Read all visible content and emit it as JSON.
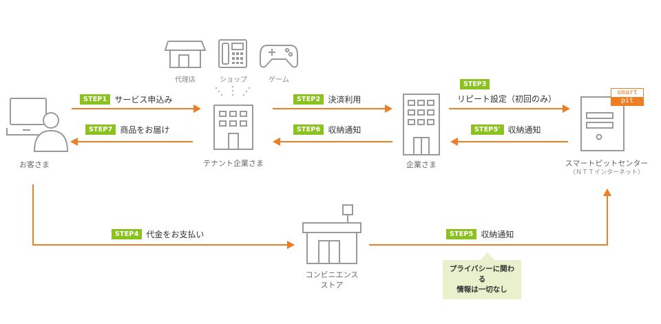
{
  "colors": {
    "arrow": "#ef7d22",
    "badge": "#8cc21f",
    "icon": "#999999",
    "note_bg": "#e9f0cc"
  },
  "nodes": {
    "customer": {
      "label": "お客さま",
      "icon": "person-with-laptop-icon"
    },
    "tenant": {
      "label": "テナント企業さま",
      "icon": "office-building-icon"
    },
    "company": {
      "label": "企業さま",
      "icon": "office-building-icon"
    },
    "smartpit": {
      "label_line1": "スマートピットセンター",
      "label_line2": "（ＮＴＴインターネット）",
      "icon": "server-icon",
      "logo_line1": "smart",
      "logo_line2": "pit"
    },
    "convenience": {
      "label_line1": "コンビニエンス",
      "label_line2": "ストア",
      "icon": "convenience-store-icon"
    }
  },
  "channels": [
    {
      "label": "代理店",
      "icon": "storefront-icon"
    },
    {
      "label": "ショップ",
      "icon": "telephone-icon"
    },
    {
      "label": "ゲーム",
      "icon": "gamepad-icon"
    }
  ],
  "steps": {
    "s1": {
      "badge": "STEP1",
      "text": "サービス申込み"
    },
    "s7": {
      "badge": "STEP7",
      "text": "商品をお届け"
    },
    "s2": {
      "badge": "STEP2",
      "text": "決済利用"
    },
    "s6": {
      "badge": "STEP6",
      "text": "収納通知"
    },
    "s3": {
      "badge": "STEP3",
      "text": "リピート設定（初回のみ）"
    },
    "s5p": {
      "badge": "STEP5'",
      "text": "収納通知"
    },
    "s4": {
      "badge": "STEP4",
      "text": "代金をお支払い"
    },
    "s5": {
      "badge": "STEP5",
      "text": "収納通知"
    }
  },
  "note": {
    "line1": "プライバシーに関わる",
    "line2": "情報は一切なし"
  }
}
